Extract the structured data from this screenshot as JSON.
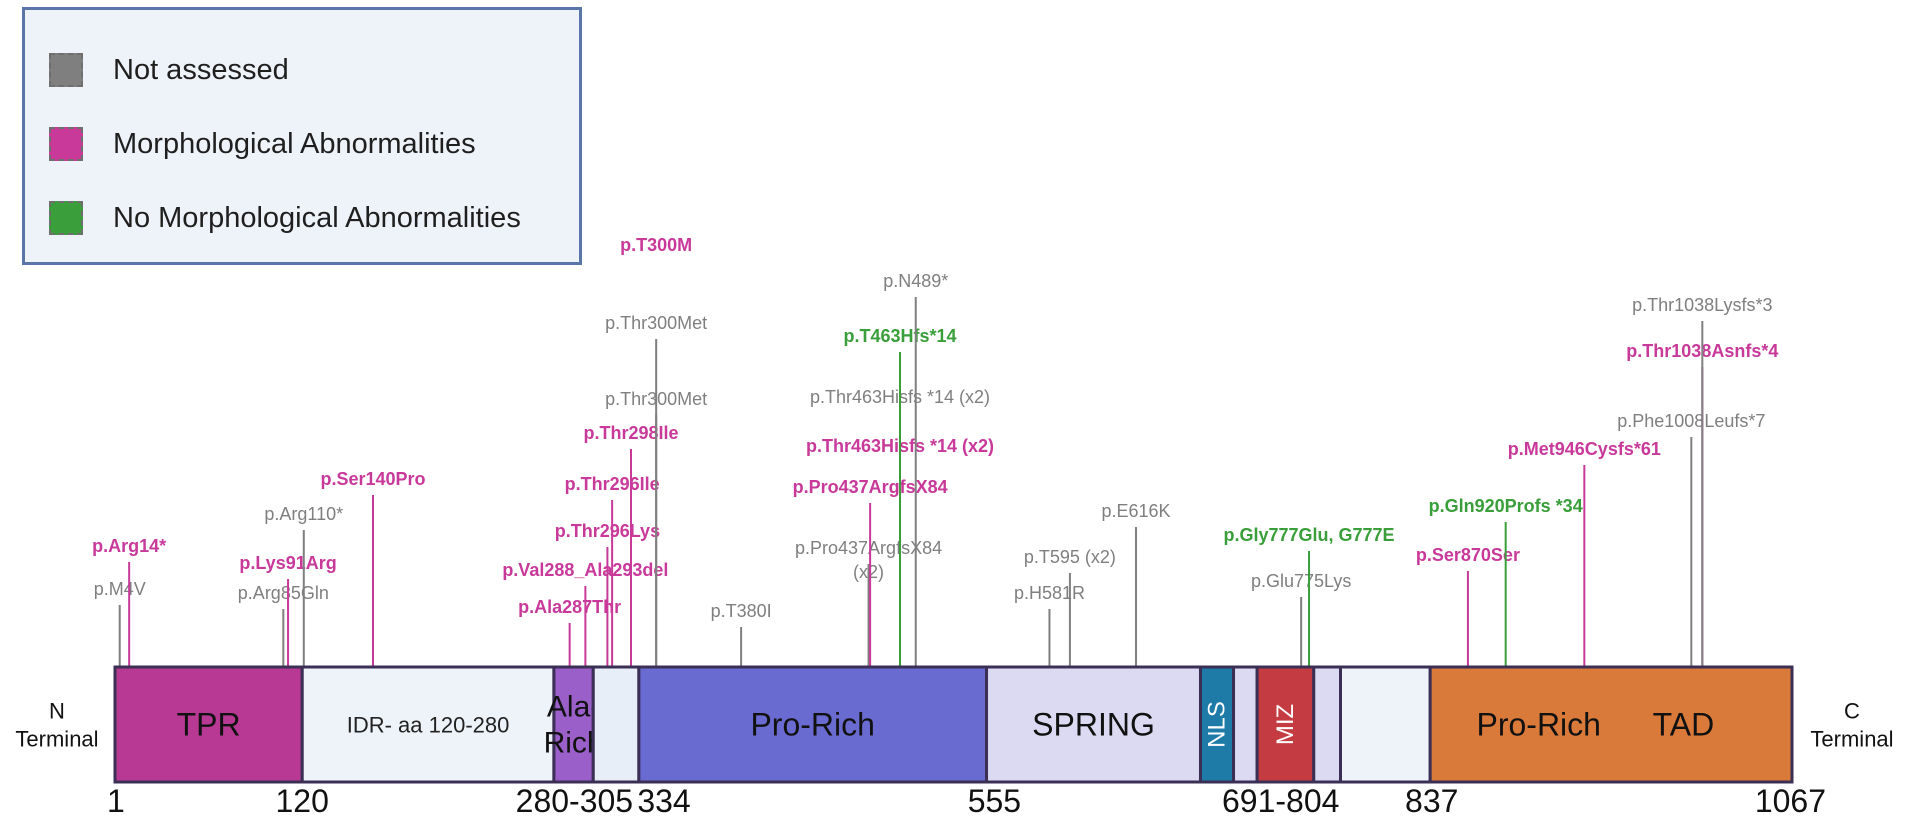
{
  "legend": {
    "items": [
      {
        "label": "Not assessed",
        "color": "#7f7f7f",
        "icon": "square-swatch"
      },
      {
        "label": "Morphological Abnormalities",
        "color": "#c8399a",
        "icon": "square-swatch"
      },
      {
        "label": "No Morphological Abnormalities",
        "color": "#3a9e3a",
        "icon": "square-swatch"
      }
    ]
  },
  "colors": {
    "not_assessed": "#7f7f7f",
    "abnormal": "#c8399a",
    "normal": "#3a9e3a",
    "protein_border": "#3b2f55"
  },
  "protein": {
    "n_terminal": [
      "N",
      "Terminal"
    ],
    "c_terminal": [
      "C",
      "Terminal"
    ],
    "domains": [
      {
        "label": [
          "TPR"
        ],
        "start": 1,
        "end": 120,
        "color": "#b83993",
        "text_color": "#111111"
      },
      {
        "label": [
          "IDR- aa 120-280"
        ],
        "start": 120,
        "end": 280,
        "color": "#eef3fa",
        "text_color": "#222222"
      },
      {
        "label": [
          "Ala-",
          "Rich"
        ],
        "start": 280,
        "end": 305,
        "color": "#9a5fc9",
        "text_color": "#111111"
      },
      {
        "label": [],
        "start": 305,
        "end": 334,
        "color": "#e8eef8",
        "text_color": "#111111"
      },
      {
        "label": [
          "Pro-Rich"
        ],
        "start": 334,
        "end": 555,
        "color": "#6a6bd1",
        "text_color": "#111111"
      },
      {
        "label": [
          "SPRING"
        ],
        "start": 555,
        "end": 691,
        "color": "#dcdaf2",
        "text_color": "#111111"
      },
      {
        "label": [
          "NLS"
        ],
        "start": 691,
        "end": 712,
        "color": "#1e7ba8",
        "text_color": "#ffffff",
        "vertical": true
      },
      {
        "label": [],
        "start": 712,
        "end": 727,
        "color": "#dcdaf2",
        "text_color": "#111111"
      },
      {
        "label": [
          "MIZ"
        ],
        "start": 727,
        "end": 763,
        "color": "#c43c41",
        "text_color": "#ffffff",
        "vertical": true
      },
      {
        "label": [],
        "start": 763,
        "end": 780,
        "color": "#dcdaf2",
        "text_color": "#111111"
      },
      {
        "label": [],
        "start": 780,
        "end": 837,
        "color": "#eef3fa",
        "text_color": "#111111"
      },
      {
        "label": [
          "Pro-Rich",
          "TAD"
        ],
        "start": 837,
        "end": 1067,
        "color": "#d97a3a",
        "text_color": "#111111",
        "split": true
      }
    ],
    "positions": [
      {
        "label": "1",
        "pos": 1
      },
      {
        "label": "120",
        "pos": 120
      },
      {
        "label": "280-305",
        "pos": 293
      },
      {
        "label": "334",
        "pos": 350
      },
      {
        "label": "555",
        "pos": 560
      },
      {
        "label": "691-804",
        "pos": 742
      },
      {
        "label": "837",
        "pos": 838
      },
      {
        "label": "1067",
        "pos": 1066
      }
    ]
  },
  "variants": [
    {
      "label": "p.M4V",
      "pos": 4,
      "status": "not_assessed",
      "height": 62
    },
    {
      "label": "p.Arg14*",
      "pos": 10,
      "status": "abnormal",
      "height": 105
    },
    {
      "label": "p.Arg85Gln",
      "pos": 108,
      "status": "not_assessed",
      "height": 58
    },
    {
      "label": "p.Lys91Arg",
      "pos": 111,
      "status": "abnormal",
      "height": 88
    },
    {
      "label": "p.Arg110*",
      "pos": 121,
      "status": "not_assessed",
      "height": 137
    },
    {
      "label": "p.Ser140Pro",
      "pos": 165,
      "status": "abnormal",
      "height": 172
    },
    {
      "label": "p.Ala287Thr",
      "pos": 290,
      "status": "abnormal",
      "height": 44
    },
    {
      "label": "p.Val288_Ala293del",
      "pos": 300,
      "status": "abnormal",
      "height": 81
    },
    {
      "label": "p.Thr296Lys",
      "pos": 314,
      "status": "abnormal",
      "height": 120
    },
    {
      "label": "p.Thr296Ile",
      "pos": 317,
      "status": "abnormal",
      "height": 167
    },
    {
      "label": "p.Thr298Ile",
      "pos": 329,
      "status": "abnormal",
      "height": 218
    },
    {
      "label": "p.Thr300Met",
      "pos": 345,
      "status": "not_assessed",
      "height": 252
    },
    {
      "label": "p.Thr300Met",
      "pos": 345,
      "status": "not_assessed",
      "height": 328
    },
    {
      "label": "p.T300M",
      "pos": 345,
      "status": "abnormal",
      "height": 406,
      "no_line": true
    },
    {
      "label": "p.T380I",
      "pos": 399,
      "status": "not_assessed",
      "height": 40
    },
    {
      "label": "p.Pro437ArgfsX84",
      "pos": 480,
      "status": "not_assessed",
      "height": 103,
      "second_line": "(x2)"
    },
    {
      "label": "p.Pro437ArgfsX84",
      "pos": 481,
      "status": "abnormal",
      "height": 164
    },
    {
      "label": "p.Thr463Hisfs *14 (x2)",
      "pos": 500,
      "status": "abnormal",
      "height": 205
    },
    {
      "label": "p.Thr463Hisfs *14 (x2)",
      "pos": 500,
      "status": "not_assessed",
      "height": 254
    },
    {
      "label": "p.T463Hfs*14",
      "pos": 500,
      "status": "normal",
      "height": 315
    },
    {
      "label": "p.N489*",
      "pos": 510,
      "status": "not_assessed",
      "height": 370
    },
    {
      "label": "p.H581R",
      "pos": 595,
      "status": "not_assessed",
      "height": 58
    },
    {
      "label": "p.T595 (x2)",
      "pos": 608,
      "status": "not_assessed",
      "height": 94
    },
    {
      "label": "p.E616K",
      "pos": 650,
      "status": "not_assessed",
      "height": 140
    },
    {
      "label": "p.Glu775Lys",
      "pos": 755,
      "status": "not_assessed",
      "height": 70
    },
    {
      "label": "p.Gly777Glu, G777E",
      "pos": 760,
      "status": "normal",
      "height": 116
    },
    {
      "label": "p.Ser870Ser",
      "pos": 861,
      "status": "abnormal",
      "height": 96
    },
    {
      "label": "p.Gln920Profs *34",
      "pos": 885,
      "status": "normal",
      "height": 145
    },
    {
      "label": "p.Met946Cysfs*61",
      "pos": 935,
      "status": "abnormal",
      "height": 202
    },
    {
      "label": "p.Phe1008Leufs*7",
      "pos": 1003,
      "status": "not_assessed",
      "height": 230
    },
    {
      "label": "p.Thr1038Asnfs*4",
      "pos": 1010,
      "status": "abnormal",
      "height": 300
    },
    {
      "label": "p.Thr1038Lysfs*3",
      "pos": 1010,
      "status": "not_assessed",
      "height": 346
    }
  ]
}
